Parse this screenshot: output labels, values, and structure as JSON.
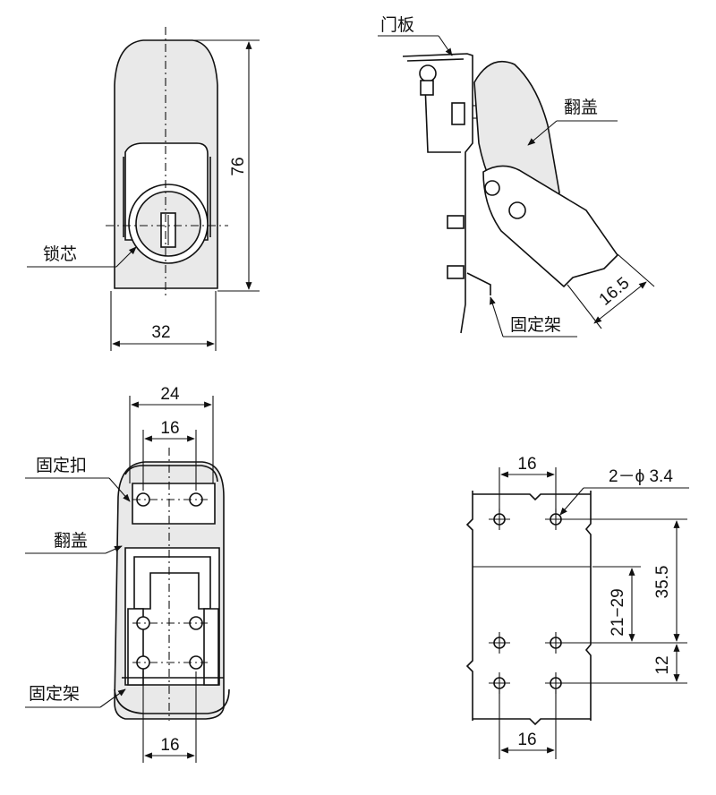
{
  "views": {
    "front": {
      "dim_height": "76",
      "dim_width": "32",
      "label_lock_core": "锁芯"
    },
    "side": {
      "label_door_panel": "门板",
      "label_flip_cover": "翻盖",
      "label_fixed_bracket": "固定架",
      "dim_offset": "16.5"
    },
    "bottom": {
      "dim_outer_width": "24",
      "dim_hole_spacing_top": "16",
      "dim_hole_spacing_bottom": "16",
      "label_fixed_catch": "固定扣",
      "label_flip_cover": "翻盖",
      "label_fixed_bracket": "固定架"
    },
    "holes": {
      "dim_top_spacing": "16",
      "dim_bottom_spacing": "16",
      "hole_spec": "2－ϕ 3.4",
      "dim_vertical_main": "35.5",
      "dim_vertical_range": "21−29",
      "dim_vertical_small": "12"
    }
  }
}
